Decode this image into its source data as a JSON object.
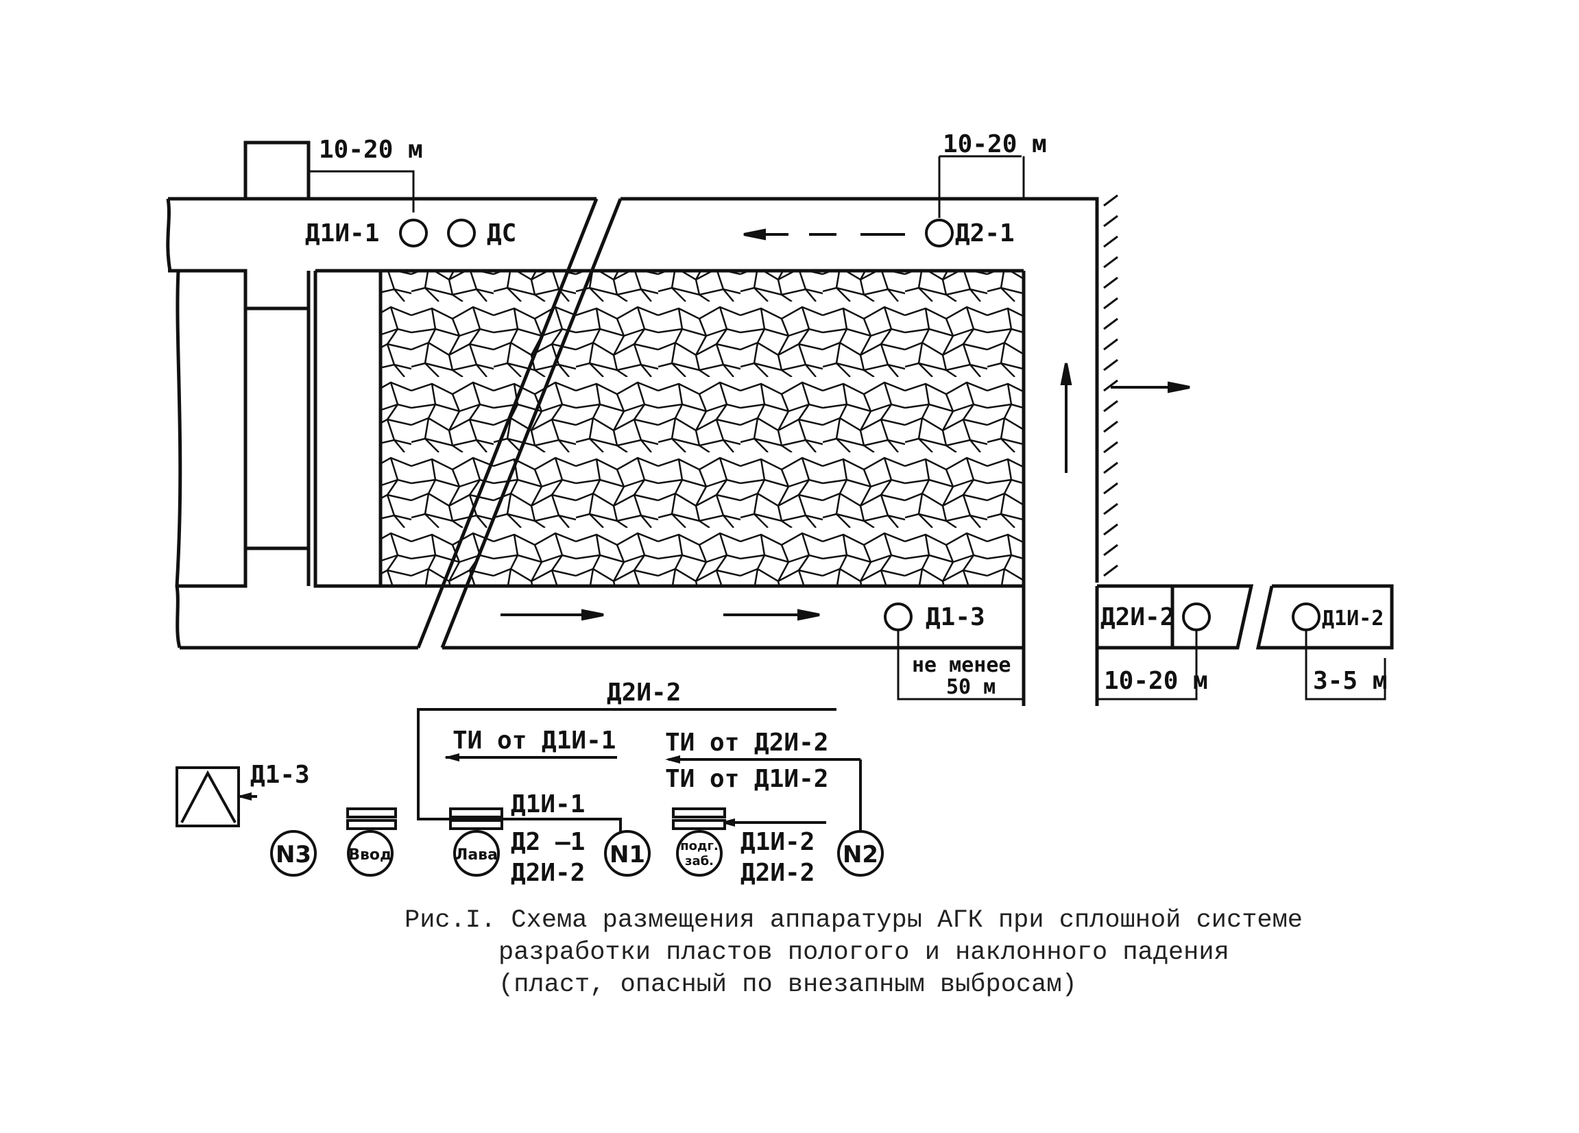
{
  "labels": {
    "dim_top_left": "10-20 м",
    "dim_top_right": "10-20 м",
    "sensor_d1i1": "Д1И-1",
    "sensor_ds": "ДС",
    "sensor_d21": "Д2-1",
    "sensor_d13": "Д1-3",
    "sensor_d2i2": "Д2И-2",
    "sensor_d1i2": "Д1И-2",
    "dim_not_less_1": "не менее",
    "dim_not_less_2": "50 м",
    "dim_10_20_bottom": "10-20 м",
    "dim_3_5": "3-5 м"
  },
  "scheme": {
    "line_top": "Д2И-2",
    "ti_from_d1i1": "ТИ от Д1И-1",
    "ti_from_d2i2": "ТИ от Д2И-2",
    "ti_from_d1i2": "ТИ от Д1И-2",
    "d13_label": "Д1-3",
    "lava_line": "Д1И-1",
    "lava_line2": "Д2 –1",
    "lava_line3": "Д2И-2",
    "podg_line1": "Д1И-2",
    "podg_line2": "Д2И-2",
    "n3": "N3",
    "vvod": "Ввод",
    "lava": "Лава",
    "n1": "N1",
    "podg_1": "подг.",
    "podg_2": "заб.",
    "n2": "N2"
  },
  "caption": {
    "line1": "Рис.I. Схема размещения аппаратуры АГК при сплошной системе",
    "line2": "разработки пластов пологого и наклонного падения",
    "line3": "(пласт, опасный по внезапным выбросам)"
  }
}
